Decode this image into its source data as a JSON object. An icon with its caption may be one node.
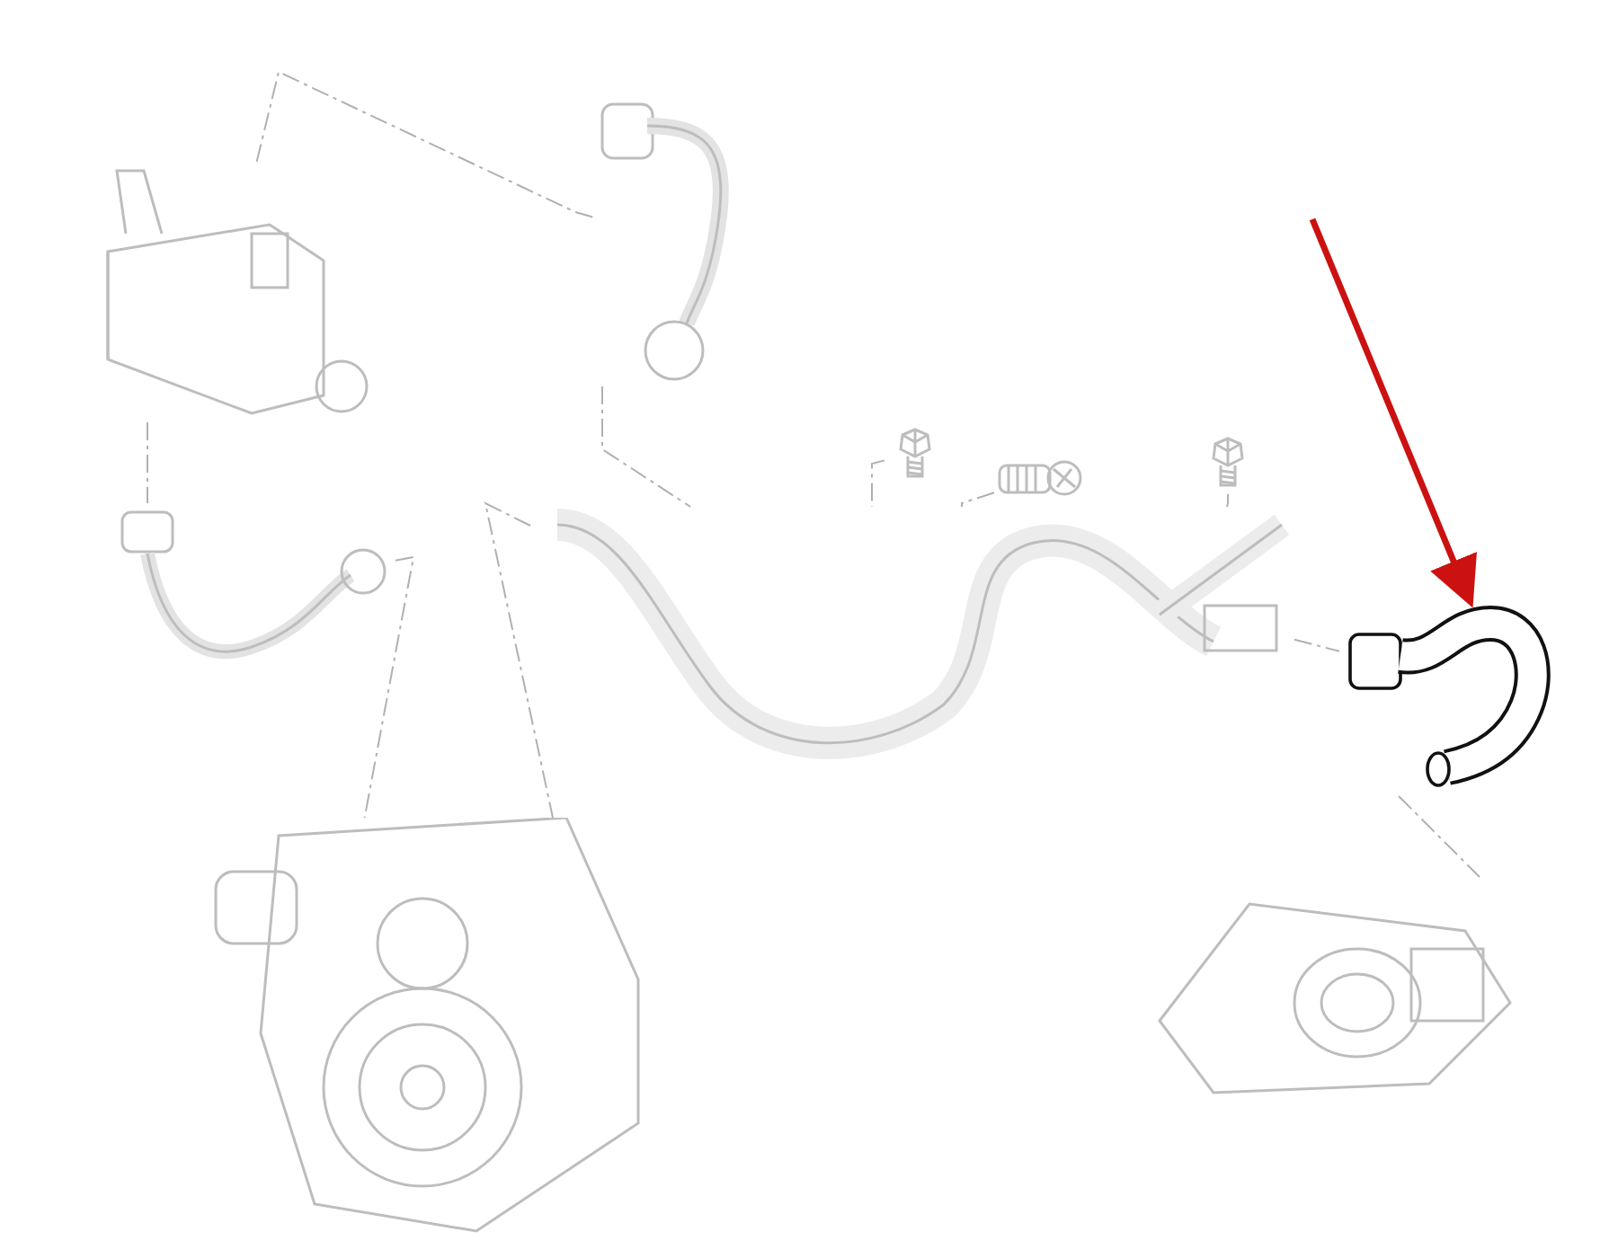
{
  "diagram": {
    "nodes": [
      {
        "text": [],
        "shape": "picture"
      },
      {
        "text": [],
        "shape": "picture"
      },
      {
        "text": [],
        "shape": "picture"
      },
      {
        "text": [],
        "shape": "picture"
      },
      {
        "text": [],
        "shape": "picture"
      },
      {
        "text": [],
        "shape": "picture"
      },
      {
        "text": [],
        "shape": "picture"
      },
      {
        "text": [],
        "shape": "picture"
      },
      {
        "text": [],
        "shape": "picture"
      },
      {
        "text": [],
        "shape": "picture"
      }
    ],
    "edges": [
      {
        "from": 0,
        "to": 1,
        "arrow": "none",
        "style": "dashed"
      },
      {
        "from": 0,
        "to": 2,
        "arrow": "none",
        "style": "dashed"
      },
      {
        "from": 1,
        "to": 3,
        "arrow": "none",
        "style": "dashed"
      },
      {
        "from": 2,
        "to": 8,
        "arrow": "none",
        "style": "dashed"
      },
      {
        "from": 3,
        "to": 8,
        "arrow": "none",
        "style": "dashed"
      },
      {
        "from": 4,
        "to": 3,
        "arrow": "none",
        "style": "dashed"
      },
      {
        "from": 5,
        "to": 3,
        "arrow": "none",
        "style": "dashed"
      },
      {
        "from": 6,
        "to": 3,
        "arrow": "none",
        "style": "dashed"
      },
      {
        "from": 3,
        "to": 7,
        "arrow": "none",
        "style": "dashed"
      },
      {
        "from": 7,
        "to": 9,
        "arrow": "none",
        "style": "dashed"
      },
      {
        "from": null,
        "to": 7,
        "arrow": "to",
        "style": "thick",
        "color": "#cc1111"
      }
    ]
  }
}
